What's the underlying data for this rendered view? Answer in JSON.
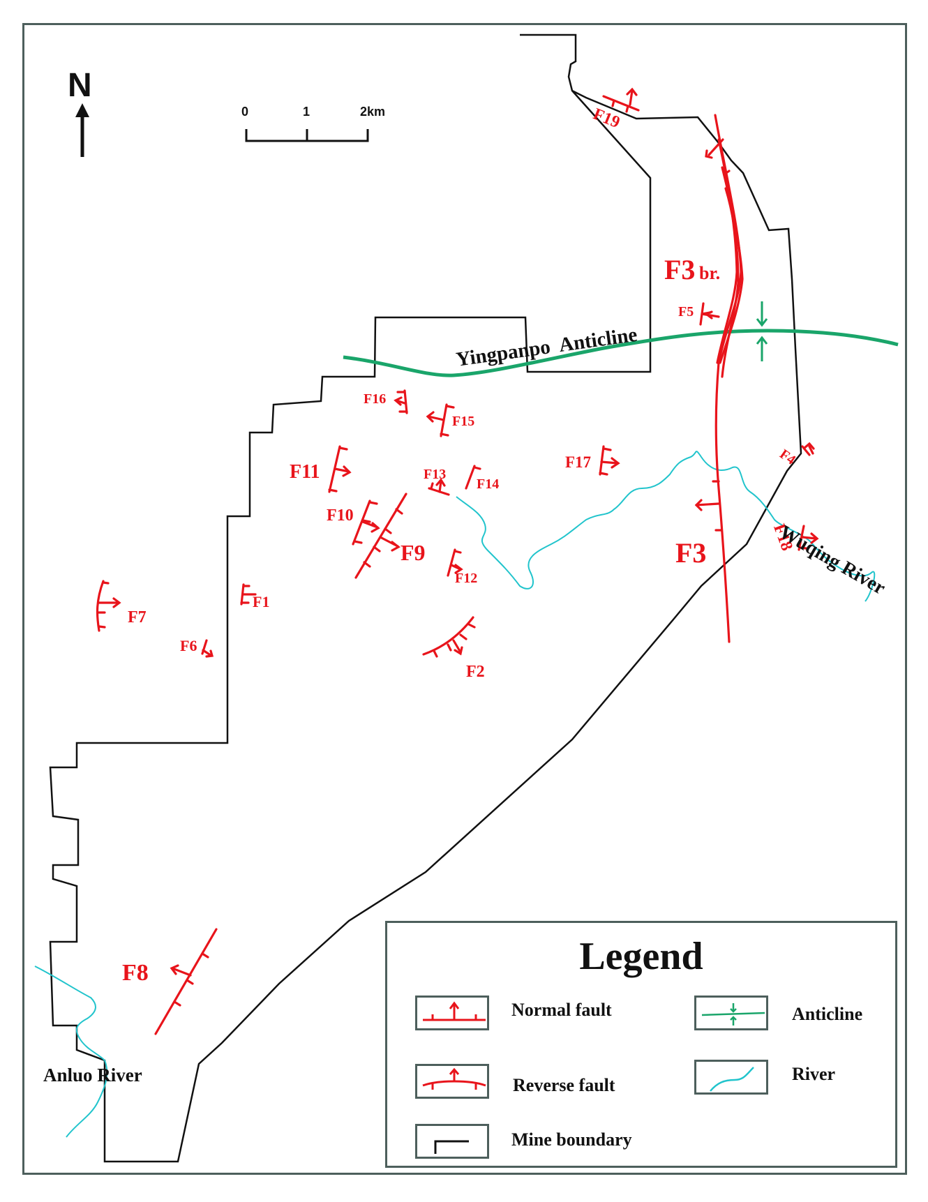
{
  "north_label": "N",
  "scale": {
    "ticks": [
      "0",
      "1",
      "2km"
    ]
  },
  "colors": {
    "fault": "#e8141b",
    "anticline": "#1aa56a",
    "river": "#21c4cc",
    "boundary": "#111111",
    "frame": "#4d5f5c"
  },
  "faults": {
    "F1": "F1",
    "F2": "F2",
    "F3": "F3",
    "F3br": "F3",
    "F3br_sub": "br.",
    "F4": "F4",
    "F5": "F5",
    "F6": "F6",
    "F7": "F7",
    "F8": "F8",
    "F9": "F9",
    "F10": "F10",
    "F11": "F11",
    "F12": "F12",
    "F13": "F13",
    "F14": "F14",
    "F15": "F15",
    "F16": "F16",
    "F17": "F17",
    "F18": "F18",
    "F19": "F19"
  },
  "features": {
    "anticline_name": "Yingpanpo  Anticline",
    "river_wuqing": "Wuqing River",
    "river_anluo": "Anluo River"
  },
  "legend": {
    "title": "Legend",
    "items": [
      {
        "label": "Normal fault",
        "icon": "normal-fault-symbol"
      },
      {
        "label": "Anticline",
        "icon": "anticline-symbol"
      },
      {
        "label": "Reverse fault",
        "icon": "reverse-fault-symbol"
      },
      {
        "label": "River",
        "icon": "river-symbol"
      },
      {
        "label": "Mine boundary",
        "icon": "mine-boundary-symbol"
      }
    ]
  }
}
